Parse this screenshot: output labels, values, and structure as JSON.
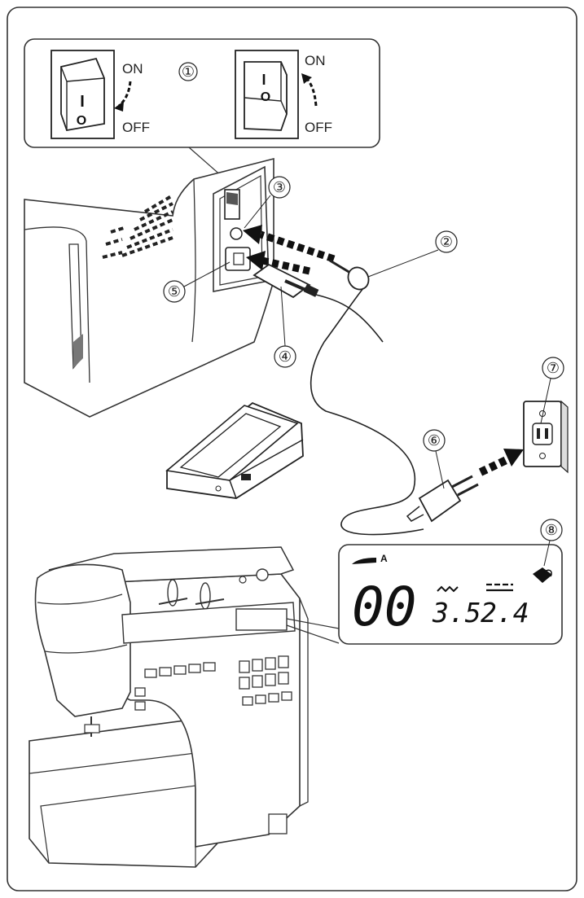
{
  "switch_detail": {
    "left": {
      "on_label": "ON",
      "off_label": "OFF",
      "rocker_top_mark": "I",
      "rocker_bottom_mark": "O"
    },
    "right": {
      "on_label": "ON",
      "off_label": "OFF",
      "rocker_top_mark": "I",
      "rocker_bottom_mark": "O"
    }
  },
  "callouts": {
    "c1": "①",
    "c2": "②",
    "c3": "③",
    "c4": "④",
    "c5": "⑤",
    "c6": "⑥",
    "c7": "⑦",
    "c8": "⑧"
  },
  "lcd": {
    "mode_letter": "A",
    "pattern_number": "00",
    "stitch_width": "3.5",
    "stitch_length": "2.4"
  }
}
